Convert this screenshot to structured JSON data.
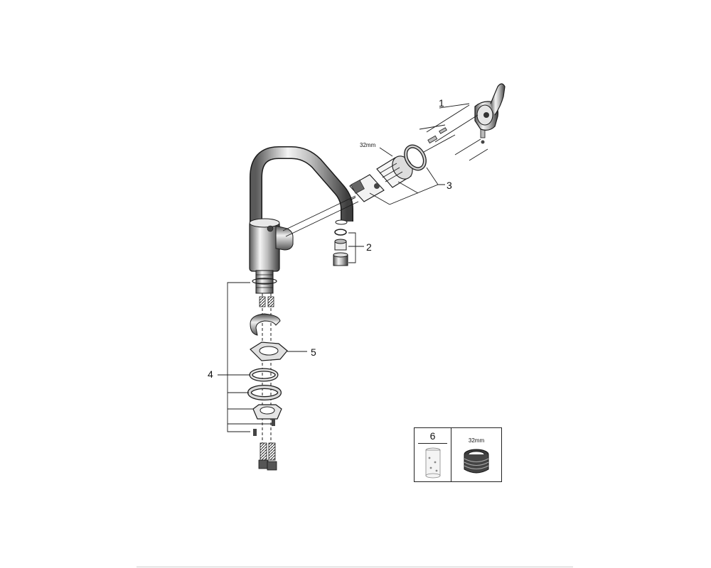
{
  "callouts": {
    "c1": "1",
    "c2": "2",
    "c3": "3",
    "c4": "4",
    "c5": "5"
  },
  "dimensions": {
    "cartridge_size": "32mm"
  },
  "inset": {
    "part_label": "6",
    "dimension": "32mm"
  },
  "icons": {
    "faucet": "faucet-body-icon",
    "lever": "lever-handle-icon",
    "cartridge": "cartridge-icon",
    "aerator": "aerator-icon"
  },
  "colors": {
    "line": "#1a1a1a",
    "fill": "#ffffff",
    "shade": "#9a9a9a"
  }
}
